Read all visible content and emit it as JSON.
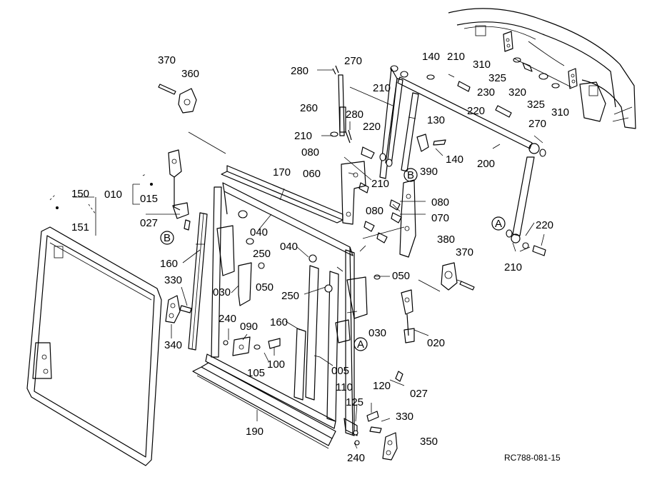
{
  "drawing_code": "RC788-081-15",
  "reference_markers": [
    {
      "key": "a1",
      "letter": "A"
    },
    {
      "key": "a2",
      "letter": "A"
    },
    {
      "key": "b1",
      "letter": "B"
    },
    {
      "key": "b2",
      "letter": "B"
    }
  ],
  "callouts": [
    {
      "key": "c370a",
      "label": "370"
    },
    {
      "key": "c360",
      "label": "360"
    },
    {
      "key": "c280a",
      "label": "280"
    },
    {
      "key": "c270a",
      "label": "270"
    },
    {
      "key": "c140a",
      "label": "140"
    },
    {
      "key": "c210a",
      "label": "210"
    },
    {
      "key": "c310a",
      "label": "310"
    },
    {
      "key": "c210b",
      "label": "210"
    },
    {
      "key": "c325a",
      "label": "325"
    },
    {
      "key": "c230",
      "label": "230"
    },
    {
      "key": "c320",
      "label": "320"
    },
    {
      "key": "c325b",
      "label": "325"
    },
    {
      "key": "c220a",
      "label": "220"
    },
    {
      "key": "c310b",
      "label": "310"
    },
    {
      "key": "c260",
      "label": "260"
    },
    {
      "key": "c280b",
      "label": "280"
    },
    {
      "key": "c130",
      "label": "130"
    },
    {
      "key": "c220b",
      "label": "220"
    },
    {
      "key": "c270b",
      "label": "270"
    },
    {
      "key": "c210c",
      "label": "210"
    },
    {
      "key": "c080a",
      "label": "080"
    },
    {
      "key": "c140b",
      "label": "140"
    },
    {
      "key": "c200",
      "label": "200"
    },
    {
      "key": "c390",
      "label": "390"
    },
    {
      "key": "c170",
      "label": "170"
    },
    {
      "key": "c060",
      "label": "060"
    },
    {
      "key": "c210d",
      "label": "210"
    },
    {
      "key": "c080b",
      "label": "080"
    },
    {
      "key": "c080c",
      "label": "080"
    },
    {
      "key": "c070",
      "label": "070"
    },
    {
      "key": "c010",
      "label": "010"
    },
    {
      "key": "c015",
      "label": "015"
    },
    {
      "key": "c150",
      "label": "150"
    },
    {
      "key": "c027a",
      "label": "027"
    },
    {
      "key": "c040a",
      "label": "040"
    },
    {
      "key": "c151",
      "label": "151"
    },
    {
      "key": "c220c",
      "label": "220"
    },
    {
      "key": "c380",
      "label": "380"
    },
    {
      "key": "c250a",
      "label": "250"
    },
    {
      "key": "c040b",
      "label": "040"
    },
    {
      "key": "c370b",
      "label": "370"
    },
    {
      "key": "c210e",
      "label": "210"
    },
    {
      "key": "c160a",
      "label": "160"
    },
    {
      "key": "c050a",
      "label": "050"
    },
    {
      "key": "c050b",
      "label": "050"
    },
    {
      "key": "c330a",
      "label": "330"
    },
    {
      "key": "c030a",
      "label": "030"
    },
    {
      "key": "c250b",
      "label": "250"
    },
    {
      "key": "c240a",
      "label": "240"
    },
    {
      "key": "c090",
      "label": "090"
    },
    {
      "key": "c160b",
      "label": "160"
    },
    {
      "key": "c030b",
      "label": "030"
    },
    {
      "key": "c020",
      "label": "020"
    },
    {
      "key": "c340",
      "label": "340"
    },
    {
      "key": "c100",
      "label": "100"
    },
    {
      "key": "c105",
      "label": "105"
    },
    {
      "key": "c005",
      "label": "005"
    },
    {
      "key": "c027b",
      "label": "027"
    },
    {
      "key": "c110",
      "label": "110"
    },
    {
      "key": "c120",
      "label": "120"
    },
    {
      "key": "c125",
      "label": "125"
    },
    {
      "key": "c330b",
      "label": "330"
    },
    {
      "key": "c190",
      "label": "190"
    },
    {
      "key": "c350",
      "label": "350"
    },
    {
      "key": "c240b",
      "label": "240"
    }
  ]
}
